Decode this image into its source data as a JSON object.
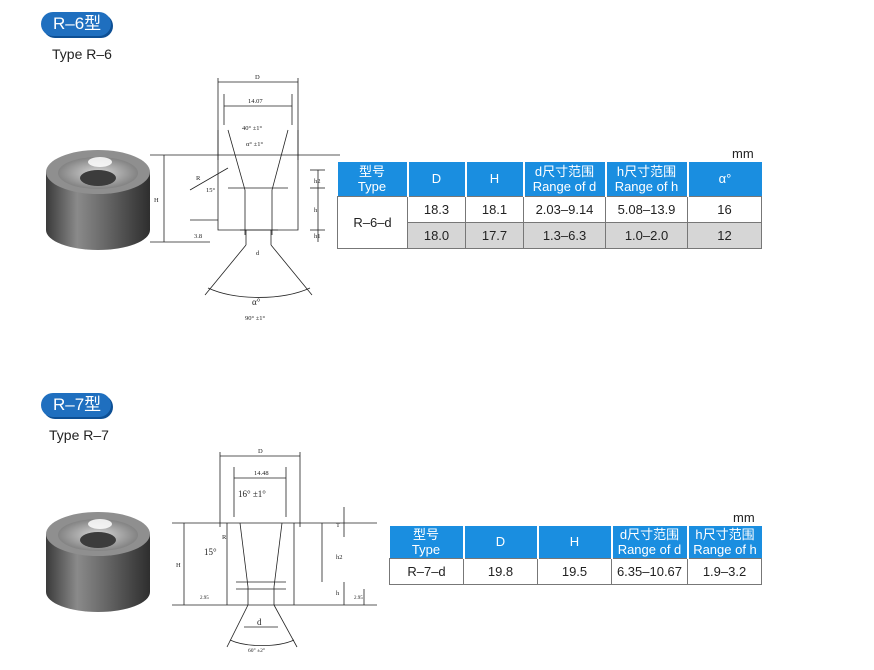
{
  "sections": [
    {
      "title": "R–6型",
      "subtitle": "Type R–6",
      "unit": "mm",
      "drawing": {
        "D": "D",
        "top_dim": "14.07",
        "angle1": "40° ±1°",
        "angle2": "α° ±1°",
        "R": "R",
        "deg15": "15°",
        "H": "H",
        "h2": "h2",
        "h": "h",
        "h1": "h1",
        "s": "3.8",
        "d": "d",
        "alpha": "α°",
        "bottom": "90° ±1°"
      },
      "table": {
        "headers": [
          [
            "型号",
            "Type"
          ],
          [
            "D"
          ],
          [
            "H"
          ],
          [
            "d尺寸范围",
            "Range of d"
          ],
          [
            "h尺寸范围",
            "Range of h"
          ],
          [
            "α°"
          ]
        ],
        "type_label": "R–6–d",
        "rows": [
          [
            "18.3",
            "18.1",
            "2.03–9.14",
            "5.08–13.9",
            "16"
          ],
          [
            "18.0",
            "17.7",
            "1.3–6.3",
            "1.0–2.0",
            "12"
          ]
        ]
      }
    },
    {
      "title": "R–7型",
      "subtitle": "Type R–7",
      "unit": "mm",
      "drawing": {
        "D": "D",
        "top_dim": "14.48",
        "angle1": "16° ±1°",
        "R": "R",
        "deg15": "15°",
        "H": "H",
        "h2": "h2",
        "h": "h",
        "T": "T",
        "s": "2.95",
        "s2": "2.95",
        "d": "d",
        "bottom": "60° ±2°"
      },
      "table": {
        "headers": [
          [
            "型号",
            "Type"
          ],
          [
            "D"
          ],
          [
            "H"
          ],
          [
            "d尺寸范围",
            "Range of d"
          ],
          [
            "h尺寸范围",
            "Range of h"
          ]
        ],
        "rows": [
          [
            "R–7–d",
            "19.8",
            "19.5",
            "6.35–10.67",
            "1.9–3.2"
          ]
        ]
      }
    }
  ]
}
